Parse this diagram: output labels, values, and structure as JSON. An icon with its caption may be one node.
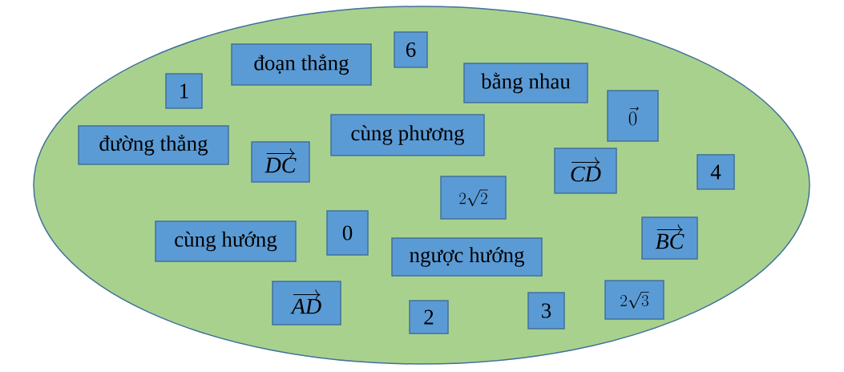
{
  "diagram": {
    "nodes": [
      {
        "text": [],
        "shape": "ellipse"
      },
      {
        "text": [
          "6"
        ],
        "in": 0
      },
      {
        "text": [
          "đoạn thẳng"
        ],
        "in": 0
      },
      {
        "text": [
          "bằng nhau"
        ],
        "in": 0
      },
      {
        "text": [
          "1"
        ],
        "in": 0
      },
      {
        "text": [
          "\\vec{0}"
        ],
        "in": 0
      },
      {
        "text": [
          "cùng phương"
        ],
        "in": 0
      },
      {
        "text": [
          "đường thẳng"
        ],
        "in": 0
      },
      {
        "text": [
          "\\overrightarrow{DC}"
        ],
        "in": 0
      },
      {
        "text": [
          "\\overrightarrow{CD}"
        ],
        "in": 0
      },
      {
        "text": [
          "4"
        ],
        "in": 0
      },
      {
        "text": [
          "2\\sqrt{2}"
        ],
        "in": 0
      },
      {
        "text": [
          "0"
        ],
        "in": 0
      },
      {
        "text": [
          "cùng hướng"
        ],
        "in": 0
      },
      {
        "text": [
          "\\overrightarrow{BC}"
        ],
        "in": 0
      },
      {
        "text": [
          "ngược hướng"
        ],
        "in": 0
      },
      {
        "text": [
          "\\overrightarrow{AD}"
        ],
        "in": 0
      },
      {
        "text": [
          "2"
        ],
        "in": 0
      },
      {
        "text": [
          "3"
        ],
        "in": 0
      },
      {
        "text": [
          "2\\sqrt{3}"
        ],
        "in": 0
      }
    ]
  }
}
